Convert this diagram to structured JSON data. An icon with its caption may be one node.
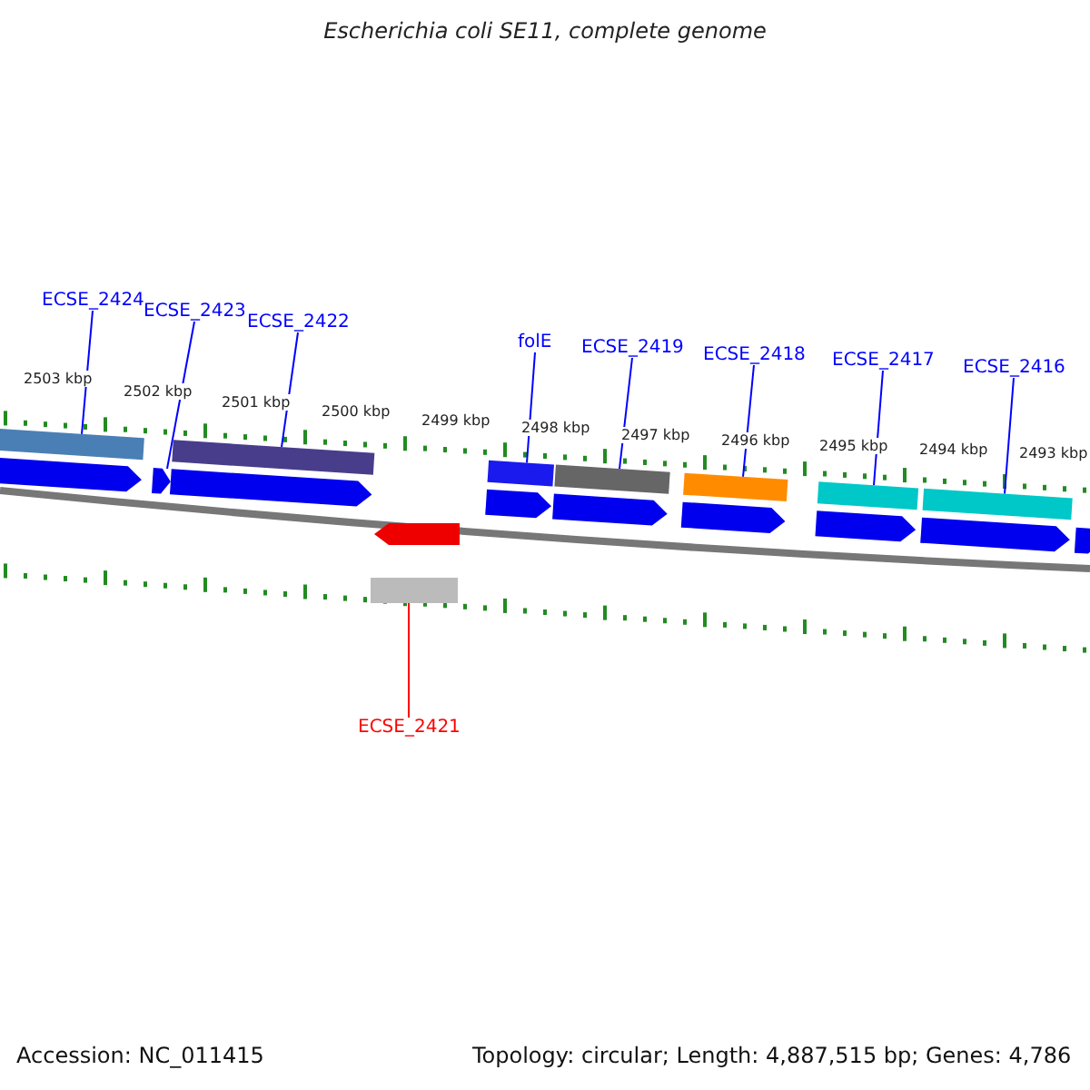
{
  "diagram": {
    "title": "Escherichia coli SE11, complete genome",
    "nodes": [
      {
        "text": [
          "ECSE_2424"
        ]
      },
      {
        "text": [
          "ECSE_2423"
        ]
      },
      {
        "text": [
          "ECSE_2422"
        ]
      },
      {
        "text": [
          "folE"
        ]
      },
      {
        "text": [
          "ECSE_2419"
        ]
      },
      {
        "text": [
          "ECSE_2418"
        ]
      },
      {
        "text": [
          "ECSE_2417"
        ]
      },
      {
        "text": [
          "ECSE_2416"
        ]
      },
      {
        "text": [
          "ECSE_2421"
        ]
      },
      {
        "text": [],
        "shape": "arrow"
      },
      {
        "text": [],
        "shape": "arrow"
      },
      {
        "text": [],
        "shape": "arrow"
      },
      {
        "text": [],
        "shape": "arrow"
      },
      {
        "text": [],
        "shape": "arrow"
      },
      {
        "text": [],
        "shape": "arrow"
      },
      {
        "text": [],
        "shape": "arrow"
      },
      {
        "text": [],
        "shape": "arrow"
      },
      {
        "text": [],
        "shape": "arrow"
      },
      {
        "text": [],
        "shape": "arrow"
      }
    ],
    "edges": [
      {
        "from": 0,
        "to": 9,
        "arrow": "none"
      },
      {
        "from": 1,
        "to": 10,
        "arrow": "none"
      },
      {
        "from": 2,
        "to": 11,
        "arrow": "none"
      },
      {
        "from": 3,
        "to": 12,
        "arrow": "none"
      },
      {
        "from": 4,
        "to": 13,
        "arrow": "none"
      },
      {
        "from": 5,
        "to": 14,
        "arrow": "none"
      },
      {
        "from": 6,
        "to": 15,
        "arrow": "none"
      },
      {
        "from": 7,
        "to": 16,
        "arrow": "none"
      },
      {
        "from": 8,
        "to": 18,
        "arrow": "none",
        "color": "#ff0000"
      }
    ],
    "labels": [
      "2503 kbp",
      "2502 kbp",
      "2501 kbp",
      "2500 kbp",
      "2499 kbp",
      "2498 kbp",
      "2497 kbp",
      "2496 kbp",
      "2495 kbp",
      "2494 kbp",
      "2493 kbp",
      "Accession: NC_011415",
      "Topology: circular; Length: 4,887,515 bp; Genes: 4,786"
    ]
  }
}
